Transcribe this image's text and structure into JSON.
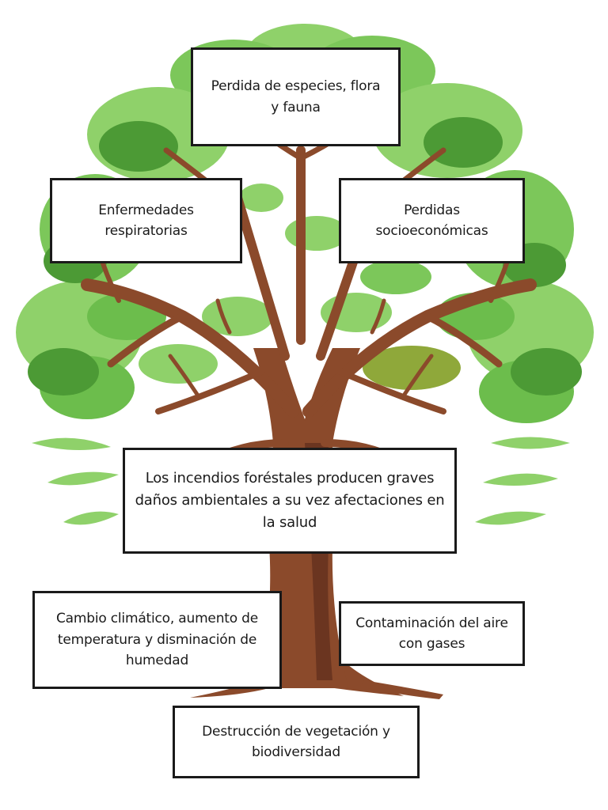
{
  "colors": {
    "foliage_light": "#8fd16a",
    "foliage_mid": "#6cbd4c",
    "foliage_dark": "#4c9a35",
    "olive_patch": "#8fa83a",
    "trunk": "#8b4a2b",
    "trunk_dark": "#6b3520",
    "box_border": "#1a1a1a",
    "box_fill": "#ffffff"
  },
  "boxes": {
    "top": "Perdida de especies, flora\ny fauna",
    "left": "Enfermedades\nrespiratorias",
    "right": "Perdidas\nsocioeconómicas",
    "center": "Los incendios foréstales producen graves\ndaños ambientales a su  vez afectaciones en\nla salud",
    "bottom_left": "Cambio climático, aumento de\ntemperatura y disminación de\nhumedad",
    "bottom_right": "Contaminación del aire\ncon gases",
    "bottom": "Destrucción de vegetación y\nbiodiversidad"
  }
}
